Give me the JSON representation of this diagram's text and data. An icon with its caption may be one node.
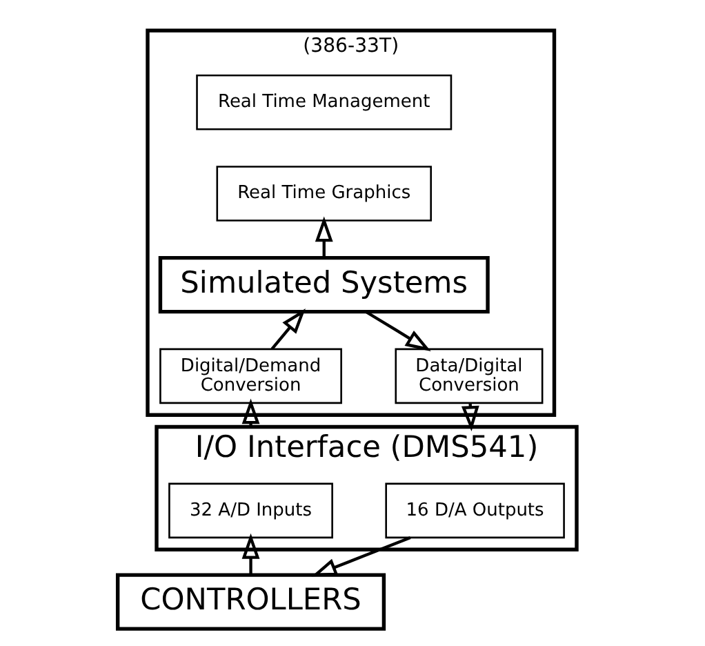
{
  "diagram": {
    "nodes": [
      {
        "text": [
          "(386-33T)"
        ]
      },
      {
        "text": [
          "Real Time Management"
        ],
        "in": 0
      },
      {
        "text": [
          "Real Time Graphics"
        ],
        "in": 0
      },
      {
        "text": [
          "Simulated Systems"
        ],
        "in": 0
      },
      {
        "text": [
          "Digital/Demand Conversion"
        ],
        "in": 0
      },
      {
        "text": [
          "Data/Digital Conversion"
        ],
        "in": 0
      },
      {
        "text": [
          "I/O Interface (DMS541)"
        ]
      },
      {
        "text": [
          "32 A/D Inputs"
        ],
        "in": 6
      },
      {
        "text": [
          "16 D/A Outputs"
        ],
        "in": 6
      },
      {
        "text": [
          "CONTROLLERS"
        ]
      }
    ],
    "edges": [
      {
        "from": 3,
        "to": 2,
        "arrow": "to"
      },
      {
        "from": 4,
        "to": 3,
        "arrow": "to"
      },
      {
        "from": 3,
        "to": 5,
        "arrow": "to"
      },
      {
        "from": 6,
        "to": 4,
        "arrow": "to"
      },
      {
        "from": 5,
        "to": 6,
        "arrow": "to"
      },
      {
        "from": 9,
        "to": 7,
        "arrow": "to"
      },
      {
        "from": 8,
        "to": 9,
        "arrow": "to"
      }
    ]
  }
}
